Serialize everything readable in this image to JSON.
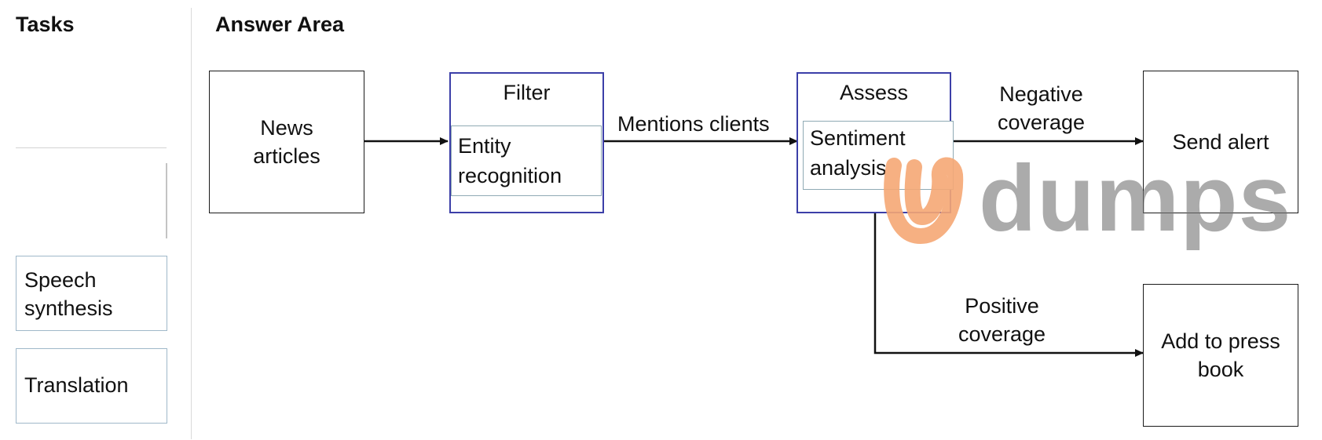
{
  "tasks_pane": {
    "heading": "Tasks",
    "items": [
      {
        "lines": [
          "Speech",
          "synthesis"
        ]
      },
      {
        "lines": [
          "Translation"
        ]
      }
    ]
  },
  "answer_area": {
    "heading": "Answer Area",
    "nodes": {
      "source": {
        "lines": [
          "News",
          "articles"
        ]
      },
      "filter_stage": {
        "title": "Filter",
        "slot_lines": [
          "Entity",
          "recognition"
        ]
      },
      "assess_stage": {
        "title": "Assess",
        "slot_lines": [
          "Sentiment",
          "analysis"
        ]
      },
      "send_alert": {
        "lines": [
          "Send alert"
        ]
      },
      "press_book": {
        "lines": [
          "Add to press",
          "book"
        ]
      }
    },
    "edges": {
      "mentions": "Mentions clients",
      "negative": [
        "Negative",
        "coverage"
      ],
      "positive": [
        "Positive",
        "coverage"
      ]
    }
  },
  "watermark": {
    "mark": "U",
    "text": "dumps",
    "mark_color": "#f5a774"
  },
  "colors": {
    "stage_border": "#3c3fa8",
    "slot_border": "#8faab4",
    "task_card_border": "#9fb8c9"
  }
}
